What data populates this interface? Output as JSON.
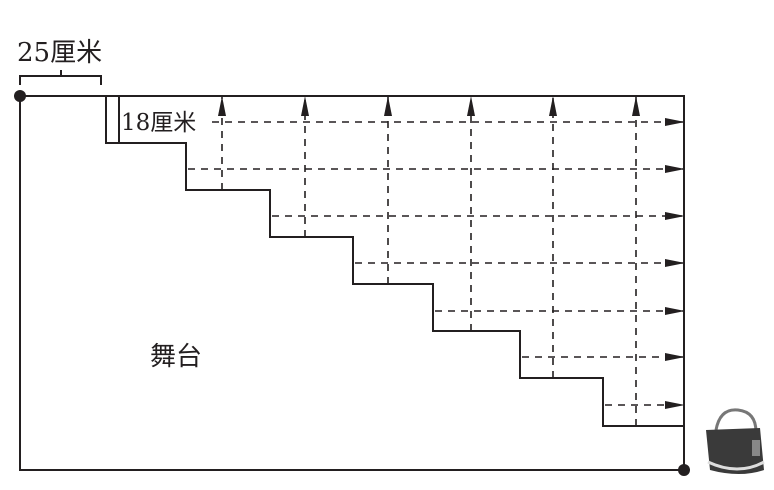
{
  "labels": {
    "width_dimension": "25厘米",
    "height_dimension": "18厘米",
    "stage": "舞台"
  },
  "icons": [
    "bag-icon"
  ],
  "colors": {
    "line": "#231f20"
  }
}
